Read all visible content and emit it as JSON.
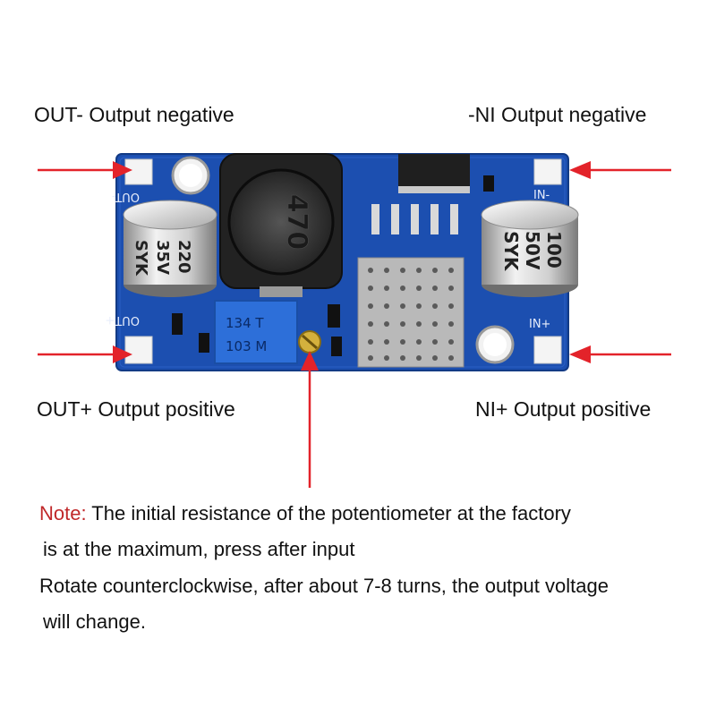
{
  "labels": {
    "top_left": "OUT- Output negative",
    "top_right": "-NI  Output negative",
    "bottom_left": "OUT+ Output positive",
    "bottom_right": "NI+ Output positive"
  },
  "board": {
    "silk_out_minus": "OUT-",
    "silk_out_plus": "OUT+",
    "silk_in_minus": "IN-",
    "silk_in_plus": "IN+",
    "inductor_mark": "470",
    "cap_left": [
      "220",
      "35V",
      "SYK"
    ],
    "cap_right": [
      "100",
      "50V",
      "SYK"
    ],
    "pot_top": "134  T",
    "pot_bottom": "103  M"
  },
  "note": {
    "prefix": "Note:",
    "line1": " The initial resistance of the potentiometer at the factory",
    "line2": "is at the maximum, press after input",
    "line3": "Rotate counterclockwise, after about 7-8 turns, the output voltage",
    "line4": "will change."
  },
  "colors": {
    "pcb": "#1c4fb0",
    "arrow": "#e3232a",
    "note_accent": "#c0282a"
  }
}
